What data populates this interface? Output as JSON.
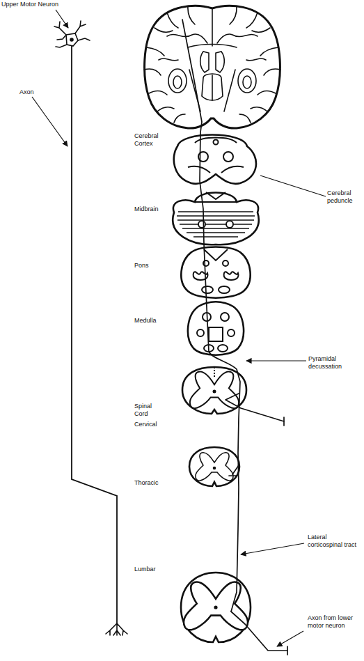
{
  "diagram": {
    "labels": [
      "Upper Motor Neuron",
      "Axon",
      "Cerebral Cortex",
      "Cerebral peduncle",
      "Midbrain",
      "Pons",
      "Medulla",
      "Pyramidal decussation",
      "Spinal Cord",
      "Cervical",
      "Thoracic",
      "Lateral corticospinal tract",
      "Lumbar",
      "Axon from lower motor neuron"
    ]
  }
}
